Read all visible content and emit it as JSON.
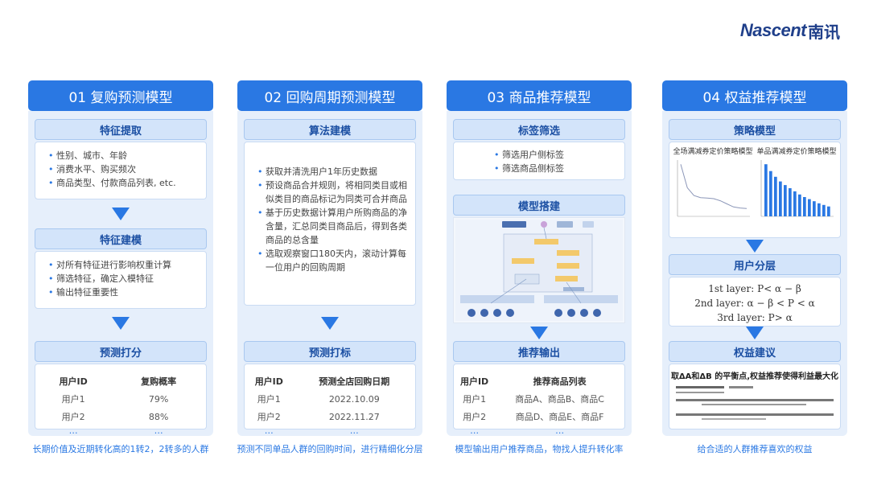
{
  "logo": {
    "en": "Nascent",
    "cn": "南讯"
  },
  "columns": [
    {
      "header": "01 复购预测模型",
      "sec1": {
        "title": "特征提取",
        "items": [
          "性别、城市、年龄",
          "消费水平、购买频次",
          "商品类型、付款商品列表, etc."
        ]
      },
      "sec2": {
        "title": "特征建模",
        "items": [
          "对所有特征进行影响权重计算",
          "筛选特征，确定入模特征",
          "输出特征重要性"
        ]
      },
      "sec3": {
        "title": "预测打分",
        "headers": [
          "用户ID",
          "复购概率"
        ],
        "rows": [
          [
            "用户1",
            "79%"
          ],
          [
            "用户2",
            "88%"
          ]
        ],
        "ellipsis": "…"
      },
      "caption": "长期价值及近期转化高的1转2，2转多的人群"
    },
    {
      "header": "02 回购周期预测模型",
      "sec1": {
        "title": "算法建模",
        "items": [
          "获取并清洗用户1年历史数据",
          "预设商品合并规则，将相同类目或相似类目的商品标记为同类可合并商品",
          "基于历史数据计算用户所购商品的净含量，汇总同类目商品后，得到各类商品的总含量",
          "选取观察窗口180天内，滚动计算每一位用户的回购周期"
        ]
      },
      "sec2": {
        "title": "预测打标",
        "headers": [
          "用户ID",
          "预测全店回购日期"
        ],
        "rows": [
          [
            "用户1",
            "2022.10.09"
          ],
          [
            "用户2",
            "2022.11.27"
          ]
        ],
        "ellipsis": "…"
      },
      "caption": "预测不同单品人群的回购时间，进行精细化分层"
    },
    {
      "header": "03 商品推荐模型",
      "sec1": {
        "title": "标签筛选",
        "items": [
          "筛选用户侧标签",
          "筛选商品侧标签"
        ]
      },
      "sec2": {
        "title": "模型搭建"
      },
      "sec3": {
        "title": "推荐输出",
        "headers": [
          "用户ID",
          "推荐商品列表"
        ],
        "rows": [
          [
            "用户1",
            "商品A、商品B、商品C"
          ],
          [
            "用户2",
            "商品D、商品E、商品F"
          ]
        ],
        "ellipsis": "…"
      },
      "caption": "模型输出用户推荐商品，物找人提升转化率"
    },
    {
      "header": "04 权益推荐模型",
      "sec1": {
        "title": "策略模型",
        "chart_left_title": "全场满减券定价策略模型",
        "chart_right_title": "单品满减券定价策略模型"
      },
      "sec2": {
        "title": "用户分层",
        "layers": [
          "1st layer: P< α − β",
          "2nd layer: α − β < P < α",
          "3rd layer: P> α"
        ]
      },
      "sec3": {
        "title": "权益建议",
        "formula_title": "取ΔA和ΔB 的平衡点,权益推荐使得利益最大化"
      },
      "caption": "给合适的人群推荐喜欢的权益"
    }
  ],
  "chart_data": [
    {
      "type": "line",
      "title": "全场满减券定价策略模型",
      "x": [
        0,
        1,
        2,
        3,
        4,
        5,
        6,
        7,
        8,
        9,
        10
      ],
      "values": [
        1.0,
        0.55,
        0.4,
        0.36,
        0.35,
        0.34,
        0.3,
        0.24,
        0.18,
        0.16,
        0.15
      ],
      "ylim": [
        0,
        1.05
      ]
    },
    {
      "type": "bar",
      "title": "单品满减券定价策略模型",
      "values": [
        1.0,
        0.87,
        0.76,
        0.67,
        0.6,
        0.54,
        0.48,
        0.42,
        0.37,
        0.33,
        0.29,
        0.25,
        0.22,
        0.19
      ],
      "ylim": [
        0,
        1.05
      ]
    }
  ],
  "colors": {
    "primary": "#2a78e3",
    "panel": "#e6effb",
    "title_text": "#1b4fa3"
  }
}
